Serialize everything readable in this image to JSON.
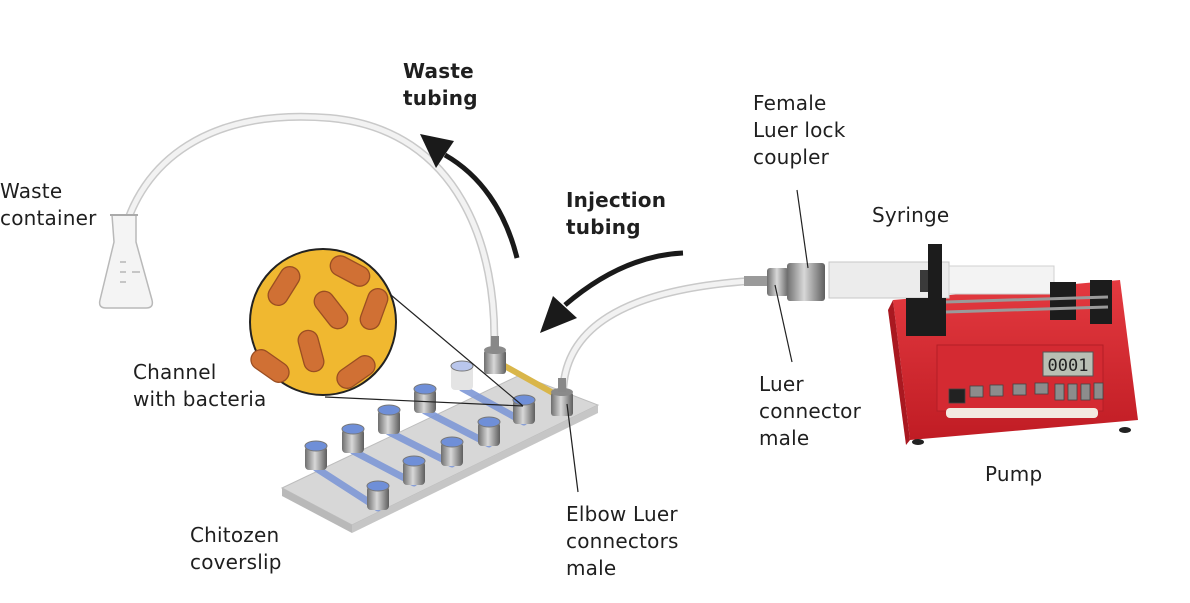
{
  "diagram": {
    "labels": {
      "waste_container": "Waste\ncontainer",
      "waste_tubing": "Waste\ntubing",
      "injection_tubing": "Injection\ntubing",
      "female_luer": "Female\nLuer lock\ncoupler",
      "syringe": "Syringe",
      "luer_male": "Luer\nconnector\nmale",
      "pump": "Pump",
      "channel": "Channel\nwith bacteria",
      "coverslip": "Chitozen\ncoverslip",
      "elbow": "Elbow Luer\nconnectors\nmale"
    },
    "pump_display": "0001",
    "colors": {
      "pump_red": "#d8262f",
      "bacteria_bg": "#f0b830",
      "bacteria": "#d07034",
      "channel_blue": "#6f8fd8",
      "arrow": "#1a1a1a"
    }
  }
}
